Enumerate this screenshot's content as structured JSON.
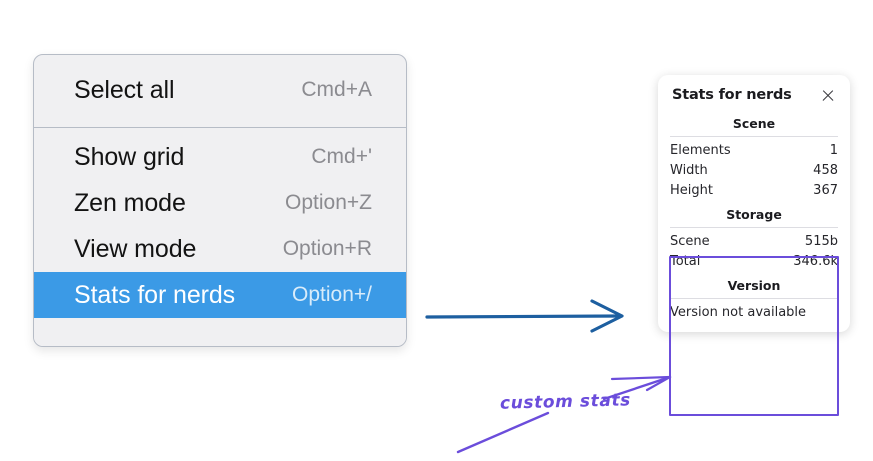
{
  "context_menu": {
    "sections": [
      {
        "items": [
          {
            "label": "Select all",
            "shortcut": "Cmd+A",
            "selected": false
          }
        ]
      },
      {
        "items": [
          {
            "label": "Show grid",
            "shortcut": "Cmd+'",
            "selected": false
          },
          {
            "label": "Zen mode",
            "shortcut": "Option+Z",
            "selected": false
          },
          {
            "label": "View mode",
            "shortcut": "Option+R",
            "selected": false
          },
          {
            "label": "Stats for nerds",
            "shortcut": "Option+/",
            "selected": true
          }
        ]
      }
    ]
  },
  "stats_panel": {
    "title": "Stats for nerds",
    "close_icon": "close-icon",
    "sections": [
      {
        "title": "Scene",
        "rows": [
          {
            "key": "Elements",
            "value": "1"
          },
          {
            "key": "Width",
            "value": "458"
          },
          {
            "key": "Height",
            "value": "367"
          }
        ]
      },
      {
        "title": "Storage",
        "rows": [
          {
            "key": "Scene",
            "value": "515b"
          },
          {
            "key": "Total",
            "value": "346.6k"
          }
        ]
      },
      {
        "title": "Version",
        "note": "Version not available"
      }
    ]
  },
  "annotations": {
    "handwritten_label": "custom stats",
    "blue_arrow": "arrow-right-icon",
    "purple_arrow": "arrow-pointer-icon",
    "highlight_color": "#6b4ddb",
    "blue_arrow_color": "#1d5fa0"
  }
}
